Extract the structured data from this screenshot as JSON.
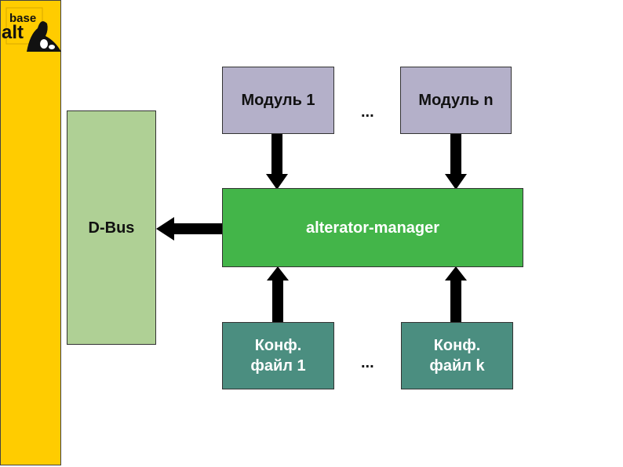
{
  "logo": {
    "line1": "base",
    "line2": "alt"
  },
  "modules": [
    {
      "label": "Модуль 1"
    },
    {
      "label": "Модуль n"
    }
  ],
  "modules_ellipsis": "...",
  "dbus": {
    "label": "D-Bus"
  },
  "manager": {
    "label": "alterator-manager"
  },
  "configs": [
    {
      "line1": "Конф.",
      "line2": "файл 1"
    },
    {
      "line1": "Конф.",
      "line2": "файл k"
    }
  ],
  "configs_ellipsis": "...",
  "colors": {
    "sidebar": "#ffcc00",
    "module": "#b4b0c9",
    "dbus": "#afd095",
    "manager": "#43b549",
    "config": "#4b8e80"
  }
}
